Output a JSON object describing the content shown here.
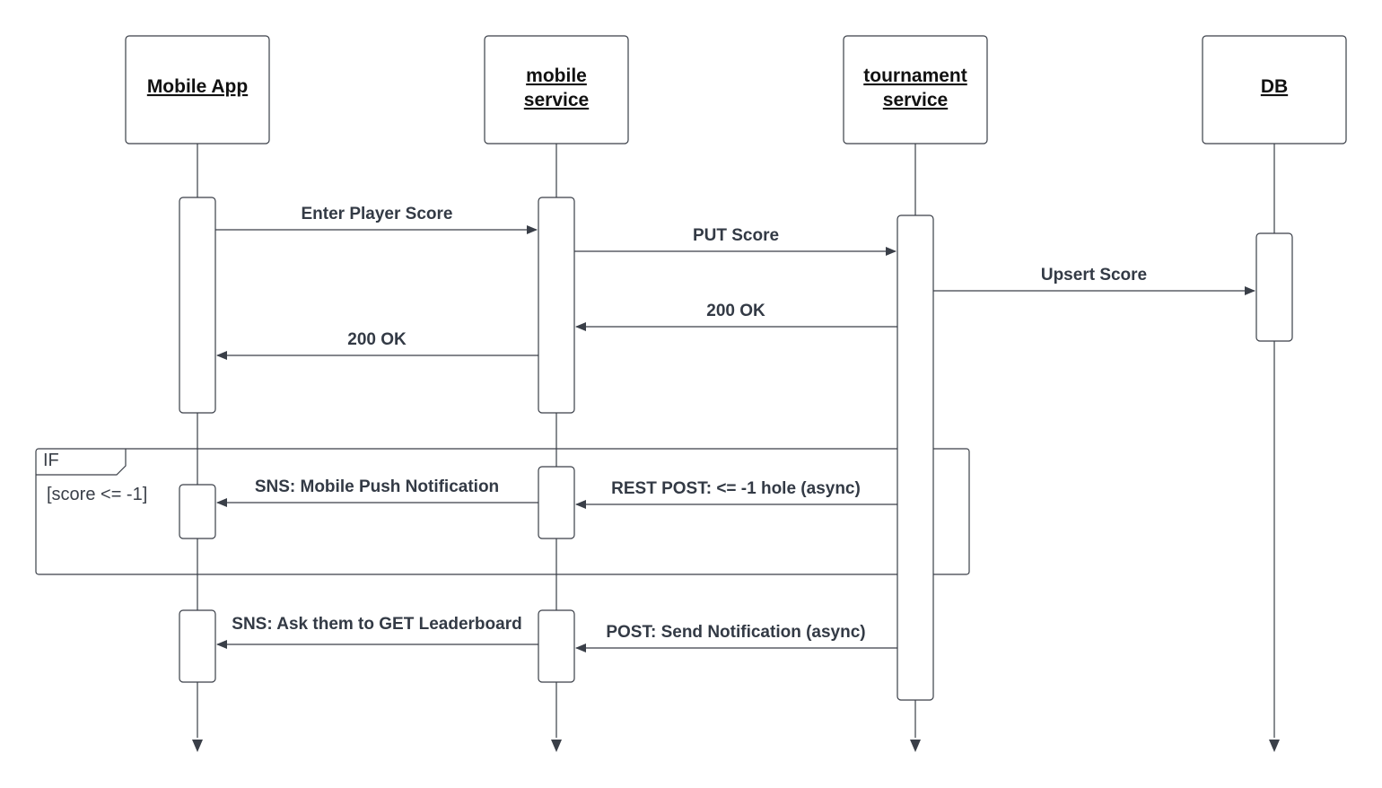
{
  "participants": [
    {
      "id": "app",
      "lines": [
        "Mobile App"
      ]
    },
    {
      "id": "mobile",
      "lines": [
        "mobile",
        "service"
      ]
    },
    {
      "id": "tournament",
      "lines": [
        "tournament",
        "service"
      ]
    },
    {
      "id": "db",
      "lines": [
        "DB"
      ]
    }
  ],
  "messages": [
    {
      "id": "m1",
      "label": "Enter Player Score"
    },
    {
      "id": "m2",
      "label": "PUT Score"
    },
    {
      "id": "m3",
      "label": "Upsert Score"
    },
    {
      "id": "m4",
      "label": "200 OK"
    },
    {
      "id": "m5",
      "label": "200 OK"
    },
    {
      "id": "m6",
      "label": "SNS: Mobile Push Notification"
    },
    {
      "id": "m7",
      "label": "REST POST: <= -1 hole (async)"
    },
    {
      "id": "m8",
      "label": "SNS: Ask them to GET Leaderboard"
    },
    {
      "id": "m9",
      "label": "POST: Send Notification (async)"
    }
  ],
  "fragment": {
    "operator": "IF",
    "guard": "[score <= -1]"
  },
  "colors": {
    "line": "#3a3f48",
    "text": "#333a45",
    "background": "#ffffff"
  }
}
